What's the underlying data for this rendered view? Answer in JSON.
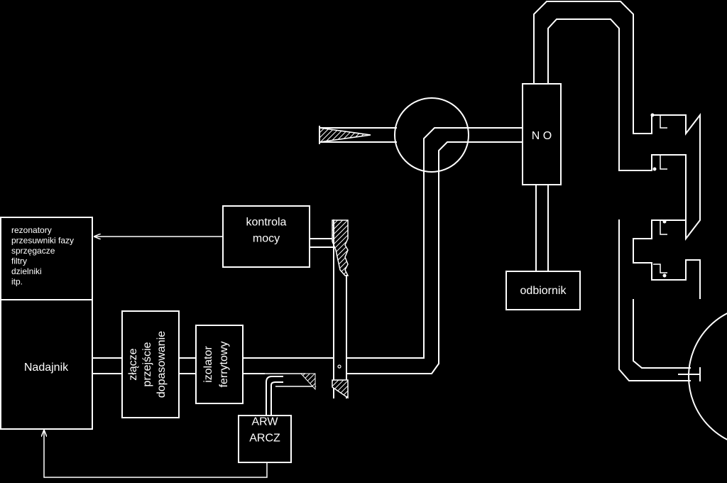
{
  "list_box": {
    "lines": [
      "rezonatory",
      "przesuwniki fazy",
      "sprzęgacze",
      "filtry",
      "dzielniki",
      "itp."
    ]
  },
  "transmitter": {
    "label": "Nadajnik"
  },
  "power_control": {
    "lines": [
      "kontrola",
      "mocy"
    ]
  },
  "joint": {
    "lines": [
      "złącze",
      "przejście",
      "dopasowanie"
    ]
  },
  "isolator": {
    "lines": [
      "izolator",
      "ferrytowy"
    ]
  },
  "duplexer": {
    "label": "N O"
  },
  "receiver": {
    "label": "odbiornik"
  },
  "agc": {
    "lines": [
      "ARW",
      "ARCZ"
    ]
  }
}
